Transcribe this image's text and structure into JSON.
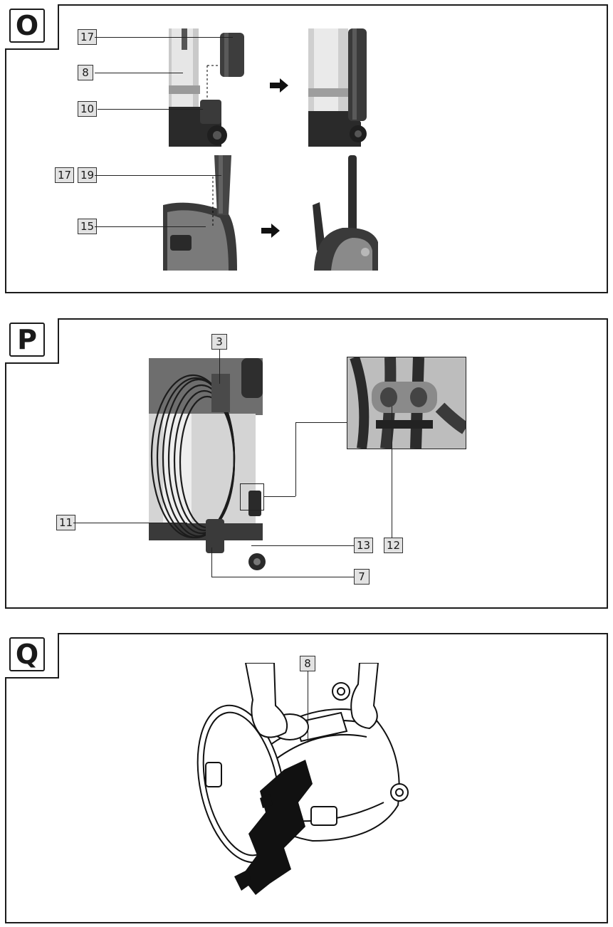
{
  "panels": [
    {
      "letter": "O",
      "callouts": {
        "c17a": "17",
        "c8": "8",
        "c10": "10",
        "c17b": "17",
        "c19": "19",
        "c15": "15"
      }
    },
    {
      "letter": "P",
      "callouts": {
        "c3": "3",
        "c11": "11",
        "c13": "13",
        "c12": "12",
        "c7": "7"
      }
    },
    {
      "letter": "Q",
      "callouts": {
        "c8": "8"
      }
    }
  ],
  "icons": [
    "arrow-right-icon",
    "hand-icon"
  ]
}
